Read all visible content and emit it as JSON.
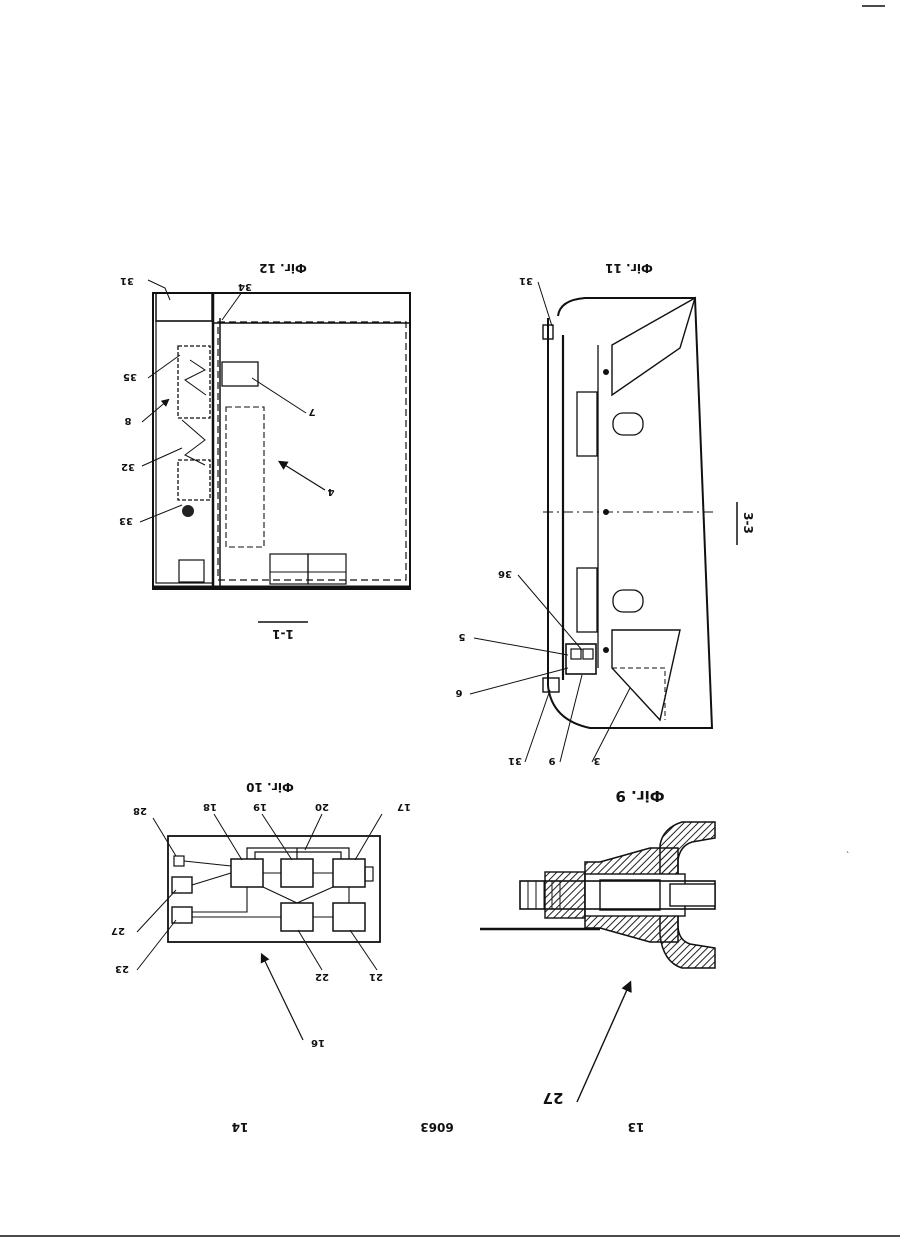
{
  "page": {
    "left_page_number": "14",
    "center_number": "6063",
    "right_page_number": "13"
  },
  "figures": {
    "fig9": {
      "title": "Фіг. 9",
      "labels": {
        "ref27": "27"
      }
    },
    "fig10": {
      "title": "Фіг. 10",
      "labels": {
        "n16": "16",
        "n17": "17",
        "n18": "18",
        "n19": "19",
        "n20": "20",
        "n21": "21",
        "n22": "22",
        "n23": "23",
        "n27": "27",
        "n28": "28"
      }
    },
    "fig11": {
      "title": "Фіг. 11",
      "section": "3-3",
      "labels": {
        "n31a": "31",
        "n31b": "31",
        "n3": "3",
        "n5": "5",
        "n6": "6",
        "n9": "9",
        "n36": "36"
      }
    },
    "fig12": {
      "title": "Фіг. 12",
      "section": "1-1",
      "labels": {
        "n31": "31",
        "n34": "34",
        "n35": "35",
        "n8": "8",
        "n32": "32",
        "n33": "33",
        "n7": "7",
        "n4": "4"
      }
    }
  }
}
